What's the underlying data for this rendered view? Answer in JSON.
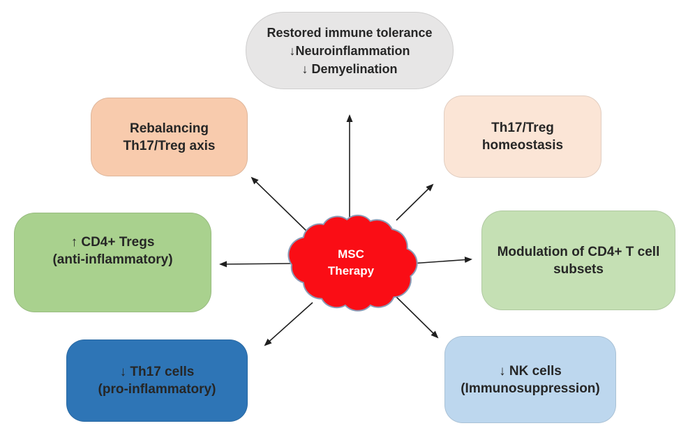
{
  "diagram": {
    "background_color": "#FFFFFF",
    "arrow_color": "#1F1F1F",
    "center": {
      "shape": "cloud",
      "label_lines": [
        "MSC",
        "Therapy"
      ],
      "fill": "#FA0D15",
      "outline": "#8A9AB5",
      "text_color": "#FFFFFF"
    },
    "nodes": [
      {
        "id": "restored-immune-tolerance",
        "position": "top-center",
        "shape": "stadium",
        "lines": [
          "Restored immune tolerance",
          "↓Neuroinflammation",
          "↓ Demyelination"
        ],
        "fill": "#E7E6E6",
        "text_color": "#262626"
      },
      {
        "id": "rebalancing-th17-treg-axis",
        "position": "upper-left",
        "shape": "rounded-rect",
        "lines": [
          "Rebalancing",
          "Th17/Treg axis"
        ],
        "fill": "#F8CBAD",
        "text_color": "#262626"
      },
      {
        "id": "th17-treg-homeostasis",
        "position": "upper-right",
        "shape": "rounded-rect",
        "lines": [
          "Th17/Treg",
          "homeostasis"
        ],
        "fill": "#FBE5D6",
        "text_color": "#262626"
      },
      {
        "id": "cd4-tregs-increase",
        "position": "middle-left",
        "shape": "rounded-rect",
        "lines": [
          "↑ CD4+ Tregs",
          "(anti-inflammatory)"
        ],
        "fill": "#A9D18E",
        "text_color": "#1F1F1F"
      },
      {
        "id": "modulation-cd4-t-cell-subsets",
        "position": "middle-right",
        "shape": "rounded-rect",
        "lines": [
          "Modulation of CD4+ T cell",
          "subsets"
        ],
        "fill": "#C5E0B4",
        "text_color": "#1F1F1F"
      },
      {
        "id": "th17-cells-decrease",
        "position": "bottom-left",
        "shape": "rounded-rect",
        "lines": [
          "↓ Th17 cells",
          "(pro-inflammatory)"
        ],
        "fill": "#2E75B6",
        "text_color": "#111111"
      },
      {
        "id": "nk-cells-decrease",
        "position": "bottom-right",
        "shape": "rounded-rect",
        "lines": [
          "↓ NK cells",
          "(Immunosuppression)"
        ],
        "fill": "#BDD7EE",
        "text_color": "#1F1F1F"
      }
    ]
  }
}
